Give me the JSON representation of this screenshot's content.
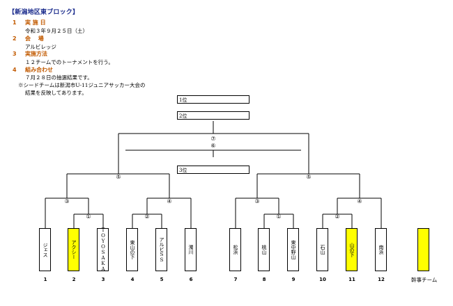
{
  "title": "【新潟地区東ブロック】",
  "sections": [
    {
      "num": "1",
      "heading": "実 施 日",
      "lines": [
        "令和３年９月２５日（土）"
      ]
    },
    {
      "num": "2",
      "heading": "会　 場",
      "lines": [
        "アルビレッジ"
      ]
    },
    {
      "num": "3",
      "heading": "実施方法",
      "lines": [
        "１２チームでのトーナメントを行う。"
      ]
    },
    {
      "num": "4",
      "heading": "組み合わせ",
      "lines": [
        "７月２８日の抽選結果です。",
        "※シードチームは新潟市U-11ジュニアサッカー大会の",
        "結果を反映してあります。"
      ]
    }
  ],
  "places": {
    "first": "1位",
    "second": "2位",
    "third": "3位"
  },
  "match_labels": {
    "final": "⑦",
    "third_place": "⑥",
    "semi_left": "⑤",
    "semi_right": "⑤",
    "qf_l1": "③",
    "qf_l2": "④",
    "qf_r1": "③",
    "qf_r2": "④",
    "r1_l1": "①",
    "r1_l2": "②",
    "r1_r1": "①",
    "r1_r2": "②"
  },
  "teams": [
    {
      "seed": "1",
      "name": "ジェス",
      "highlight": false
    },
    {
      "seed": "2",
      "name": "アクシー",
      "highlight": true
    },
    {
      "seed": "3",
      "name": "TOYOSAKA",
      "highlight": false
    },
    {
      "seed": "4",
      "name": "東山の下",
      "highlight": false
    },
    {
      "seed": "5",
      "name": "アルビSS",
      "highlight": false
    },
    {
      "seed": "6",
      "name": "濁川",
      "highlight": false
    },
    {
      "seed": "7",
      "name": "松浜",
      "highlight": false
    },
    {
      "seed": "8",
      "name": "桃山",
      "highlight": false
    },
    {
      "seed": "9",
      "name": "東中野山",
      "highlight": false
    },
    {
      "seed": "10",
      "name": "石山",
      "highlight": false
    },
    {
      "seed": "11",
      "name": "山の下",
      "highlight": true
    },
    {
      "seed": "12",
      "name": "南浜",
      "highlight": false
    }
  ],
  "legend": {
    "label": "幹事チーム",
    "color": "#ffff00"
  }
}
